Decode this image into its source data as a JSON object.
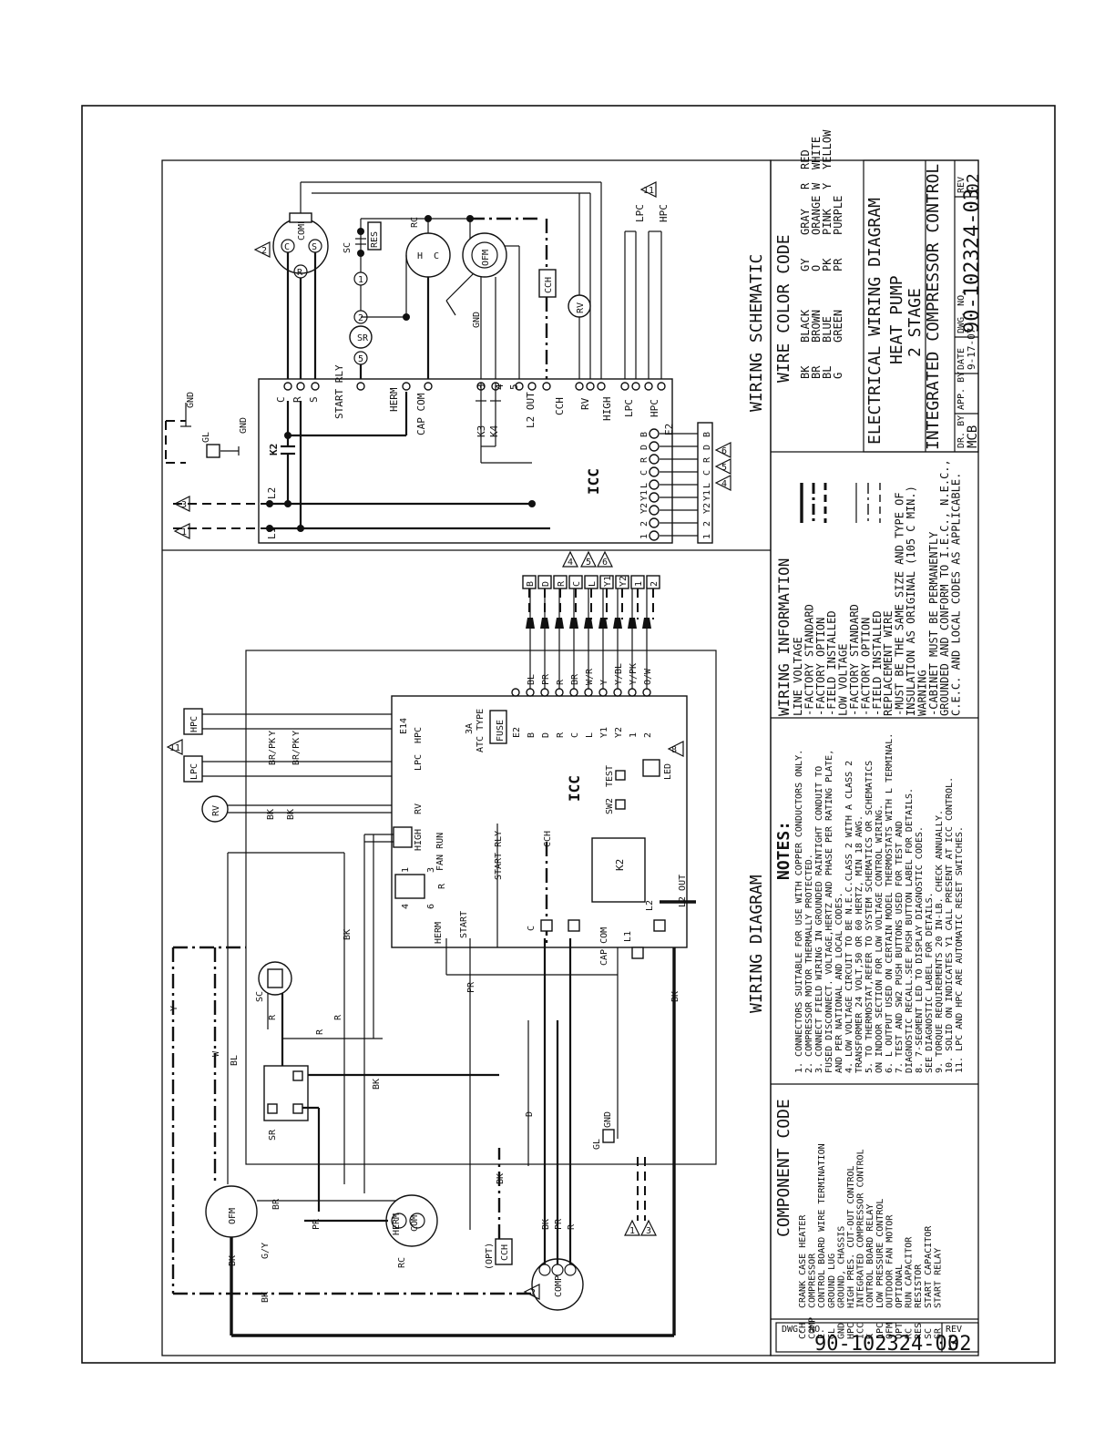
{
  "wiring_diagram": {
    "title": "WIRING DIAGRAM",
    "icc_label": "ICC",
    "wire_labels": [
      "BK",
      "R",
      "Y",
      "W",
      "BL",
      "PR",
      "BK",
      "BR",
      "D",
      "PR",
      "R",
      "BK",
      "R",
      "PR",
      "G/Y",
      "BK",
      "BR/PK",
      "BR/PK",
      "Y",
      "Y",
      "BK",
      "BK"
    ],
    "board_terminals": [
      "E14",
      "HPC",
      "LPC",
      "RV",
      "FAN RUN",
      "HIGH",
      "START RLY",
      "CCH",
      "HERM",
      "START",
      "C",
      "CAP COM",
      "L1",
      "L2",
      "L2 OUT",
      "K2"
    ],
    "board_right_terminals": [
      "E2",
      "B",
      "D",
      "R",
      "C",
      "L",
      "Y1",
      "Y2",
      "1",
      "2"
    ],
    "board_right_wires": [
      "BL",
      "PR",
      "R",
      "BR",
      "W/R",
      "Y",
      "Y/BL",
      "Y/PK",
      "O/W"
    ],
    "field_terminals": [
      "B",
      "D",
      "R",
      "C",
      "L",
      "Y1",
      "Y2",
      "1",
      "2"
    ],
    "fuse": [
      "3A",
      "ATC TYPE",
      "FUSE"
    ],
    "test_labels": [
      "TEST",
      "SW2",
      "LED"
    ],
    "components": [
      "OFM",
      "SC",
      "SR",
      "RC",
      "HERM",
      "COM",
      "COMP",
      "CCH",
      "(OPT)",
      "GL",
      "GND",
      "RV",
      "LPC",
      "HPC"
    ]
  },
  "wiring_schematic": {
    "title": "WIRING SCHEMATIC",
    "icc_label": "ICC",
    "left_labels": [
      "L1",
      "L2",
      "K2",
      "GND",
      "GND",
      "GL"
    ],
    "terminals": [
      "C",
      "R",
      "S",
      "START RLY",
      "HERM",
      "CAP COM",
      "K3",
      "K4",
      "3",
      "4",
      "5",
      "L2 OUT",
      "CCH",
      "RV",
      "HIGH",
      "LPC",
      "HPC",
      "E2"
    ],
    "bottom_terminals": [
      "1",
      "2",
      "Y2",
      "Y1",
      "L",
      "C",
      "R",
      "D",
      "B"
    ],
    "field_terminals": [
      "1",
      "2",
      "Y2",
      "Y1",
      "L",
      "C",
      "R",
      "D",
      "B"
    ],
    "components": [
      "COMP",
      "C",
      "R",
      "S",
      "SC",
      "RES",
      "SR",
      "RC",
      "H",
      "C",
      "OFM",
      "GND",
      "CCH",
      "RV",
      "LPC",
      "HPC",
      "5",
      "2",
      "1"
    ]
  },
  "wire_color_code": {
    "title": "WIRE COLOR CODE",
    "rows": [
      [
        "BK",
        "BLACK",
        "GY",
        "GRAY",
        "R",
        "RED"
      ],
      [
        "BR",
        "BROWN",
        "O",
        "ORANGE",
        "W",
        "WHITE"
      ],
      [
        "BL",
        "BLUE",
        "PK",
        "PINK",
        "Y",
        "YELLOW"
      ],
      [
        "G",
        "GREEN",
        "PR",
        "PURPLE",
        "",
        ""
      ]
    ]
  },
  "component_code": {
    "title": "COMPONENT CODE",
    "rows": [
      [
        "CCH",
        "CRANK CASE HEATER"
      ],
      [
        "COMP",
        "COMPRESSOR"
      ],
      [
        "E",
        "CONTROL BOARD WIRE TERMINATION"
      ],
      [
        "GL",
        "GROUND LUG"
      ],
      [
        "GND",
        "GROUND, CHASSIS"
      ],
      [
        "HPC",
        "HIGH PRES. CUT-OUT CONTROL"
      ],
      [
        "ICC",
        "INTEGRATED COMPRESSOR CONTROL"
      ],
      [
        "K",
        "CONTROL BOARD RELAY"
      ],
      [
        "LPC",
        "LOW PRESSURE CONTROL"
      ],
      [
        "OFM",
        "OUTDOOR FAN MOTOR"
      ],
      [
        "OPT",
        "OPTIONAL"
      ],
      [
        "RC",
        "RUN CAPACITOR"
      ],
      [
        "RES",
        "RESISTOR"
      ],
      [
        "SC",
        "START CAPACITOR"
      ],
      [
        "SR",
        "START RELAY"
      ]
    ]
  },
  "notes": {
    "title": "NOTES:",
    "items": [
      "1.  CONNECTORS SUITABLE FOR USE WITH COPPER CONDUCTORS ONLY.",
      "2.  COMPRESSOR MOTOR THERMALLY PROTECTED.",
      "3.  CONNECT FIELD WIRING IN GROUNDED RAINTIGHT CONDUIT TO",
      "     FUSED DISCONNECT. VOLTAGE,HERTZ AND PHASE PER RATING PLATE,",
      "     AND PER NATIONAL AND LOCAL CODES.",
      "4.  LOW VOLTAGE CIRCUIT TO BE N.E.C.CLASS 2 WITH A CLASS 2",
      "     TRANSFORMER 24 VOLT,50 OR 60 HERTZ, MIN 18 AWG.",
      "5.  TO THERMOSTAT,REFER TO SYSTEM SCHEMATICS OR SCHEMATICS",
      "     ON INDOOR SECTION FOR LOW VOLTAGE CONTROL WIRING.",
      "6.  L OUTPUT USED ON CERTAIN MODEL THERMOSTATS WITH L TERMINAL.",
      "7.  TEST AND SW2 PUSH BUTTONS USED FOR TEST AND",
      "     DIAGNOSTIC RECALL.SEE PUSH BUTTON LABEL FOR DETAILS.",
      "8.  7-SEGMENT LED TO DISPLAY DIAGNOSTIC CODES.",
      "     SEE DIAGNOSTIC LABEL FOR DETAILS.",
      "9.  TORQUE REQUIREMENTS 20 IN-LB. CHECK ANNUALLY.",
      "10. SOLID ON INDICATES Y1 CALL PRESENT AT ICC CONTROL.",
      "11. LPC AND HPC ARE AUTOMATIC RESET SWITCHES."
    ]
  },
  "wiring_information": {
    "title": "WIRING INFORMATION",
    "lines": [
      "LINE VOLTAGE",
      "-FACTORY STANDARD",
      "-FACTORY OPTION",
      "-FIELD INSTALLED",
      "LOW VOLTAGE",
      "-FACTORY STANDARD",
      "-FACTORY OPTION",
      "-FIELD INSTALLED",
      "REPLACEMENT WIRE",
      "-MUST BE THE SAME SIZE AND TYPE OF",
      "  INSULATION AS ORIGINAL (105 C MIN.)",
      "WARNING",
      "-CABINET MUST BE PERMANENTLY",
      "  GROUNDED AND CONFORM TO I.E.C., N.E.C.,",
      "  C.E.C. AND LOCAL CODES AS APPLICABLE."
    ]
  },
  "title_block": {
    "title_lines": [
      "ELECTRICAL WIRING DIAGRAM",
      "HEAT PUMP",
      "2 STAGE",
      "INTEGRATED COMPRESSOR CONTROL"
    ],
    "headers": [
      "DR. BY",
      "APP. BY",
      "DATE",
      "DWG. NO.",
      "REV"
    ],
    "values": [
      "MCB",
      "",
      "9-17-07",
      "90-102324-03",
      "02"
    ],
    "dwg_label": "DWG. NO.",
    "dwg_no": "90-102324-03",
    "rev_label": "REV",
    "rev": "02"
  },
  "note_markers": [
    "1",
    "2",
    "3",
    "4",
    "5",
    "6",
    "8",
    "11"
  ]
}
